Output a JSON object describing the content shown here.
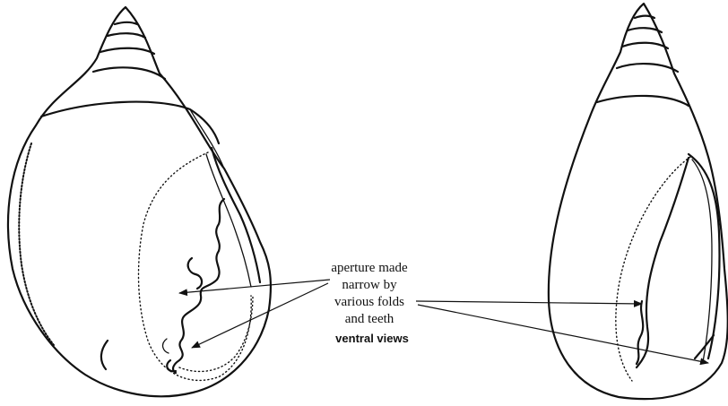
{
  "annotation": {
    "lines": [
      "aperture made",
      "narrow by",
      "various folds",
      "and teeth"
    ]
  },
  "caption": "ventral views"
}
